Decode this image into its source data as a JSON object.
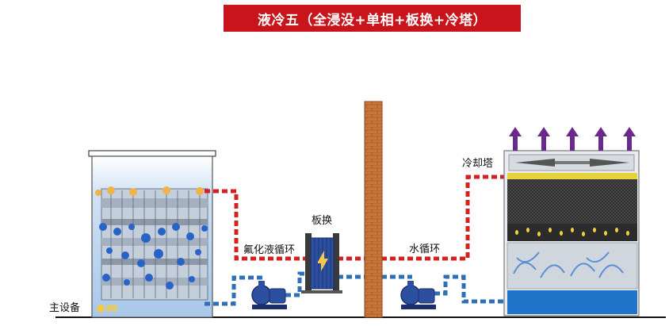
{
  "title": "液冷五（全浸没+单相+板换+冷塔）",
  "labels": {
    "main_equipment": "主设备",
    "fluorinated_loop": "氟化液循环",
    "plate_exchanger": "板换",
    "water_loop": "水循环",
    "cooling_tower": "冷却塔"
  },
  "colors": {
    "title_bg": "#c8141a",
    "hot_pipe": "#d42020",
    "cold_pipe": "#2f6fb8",
    "wall": "#c8763a",
    "exhaust_arrow": "#6a2a8c",
    "tank_liquid": "#bcd6ef",
    "bubble": "#2a63c8",
    "hot_bubble": "#f2b24a",
    "exchanger": "#2c4fa0",
    "fill_media": "#2b2b2b",
    "water_basin": "#1f73c8",
    "spray_bar": "#e6d23a"
  },
  "icons": [
    "exhaust-arrow-icon",
    "pump-icon",
    "watermark-logo"
  ]
}
